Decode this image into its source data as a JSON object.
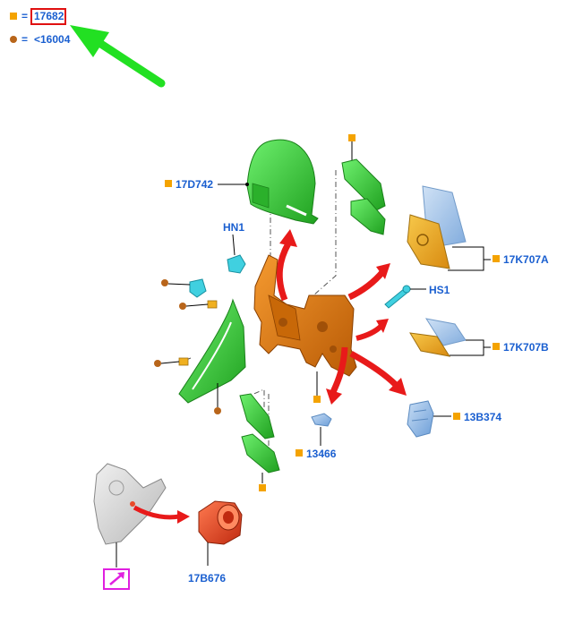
{
  "legend": {
    "square_value": "17682",
    "circle_value": "<16004",
    "equals": "=",
    "square_color": "#f4a300",
    "circle_color": "#b8651a"
  },
  "labels": {
    "p17d742": "17D742",
    "hn1": "HN1",
    "hs1": "HS1",
    "p17k707a": "17K707A",
    "p17k707b": "17K707B",
    "p13b374": "13B374",
    "p13466": "13466",
    "p17b676": "17B676"
  },
  "colors": {
    "green_part": "#3cc83c",
    "orange_part": "#e07a10",
    "yellow_part": "#f0b020",
    "cyan_part": "#40d0e0",
    "blue_part": "#8ab8e8",
    "red_part": "#e84a2a",
    "arrow_red": "#e81a1a",
    "arrow_green": "#22e022",
    "magenta": "#e020e0",
    "link_text": "#1a5fd0"
  },
  "icons": {
    "pointer": "green-pointer-arrow-icon",
    "external": "external-link-icon"
  }
}
